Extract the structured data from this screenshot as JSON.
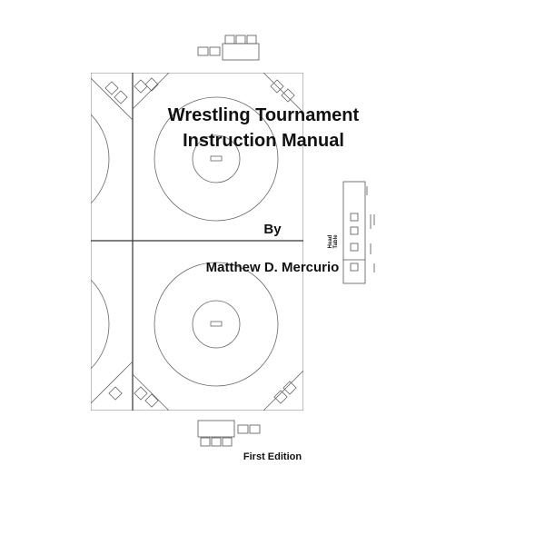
{
  "document": {
    "title_line_1": "Wrestling Tournament",
    "title_line_2": "Instruction Manual",
    "by_label": "By",
    "author": "Matthew D. Mercurio",
    "edition": "First Edition"
  },
  "diagram": {
    "head_table_label": "Head Table",
    "line_color": "#555555"
  }
}
